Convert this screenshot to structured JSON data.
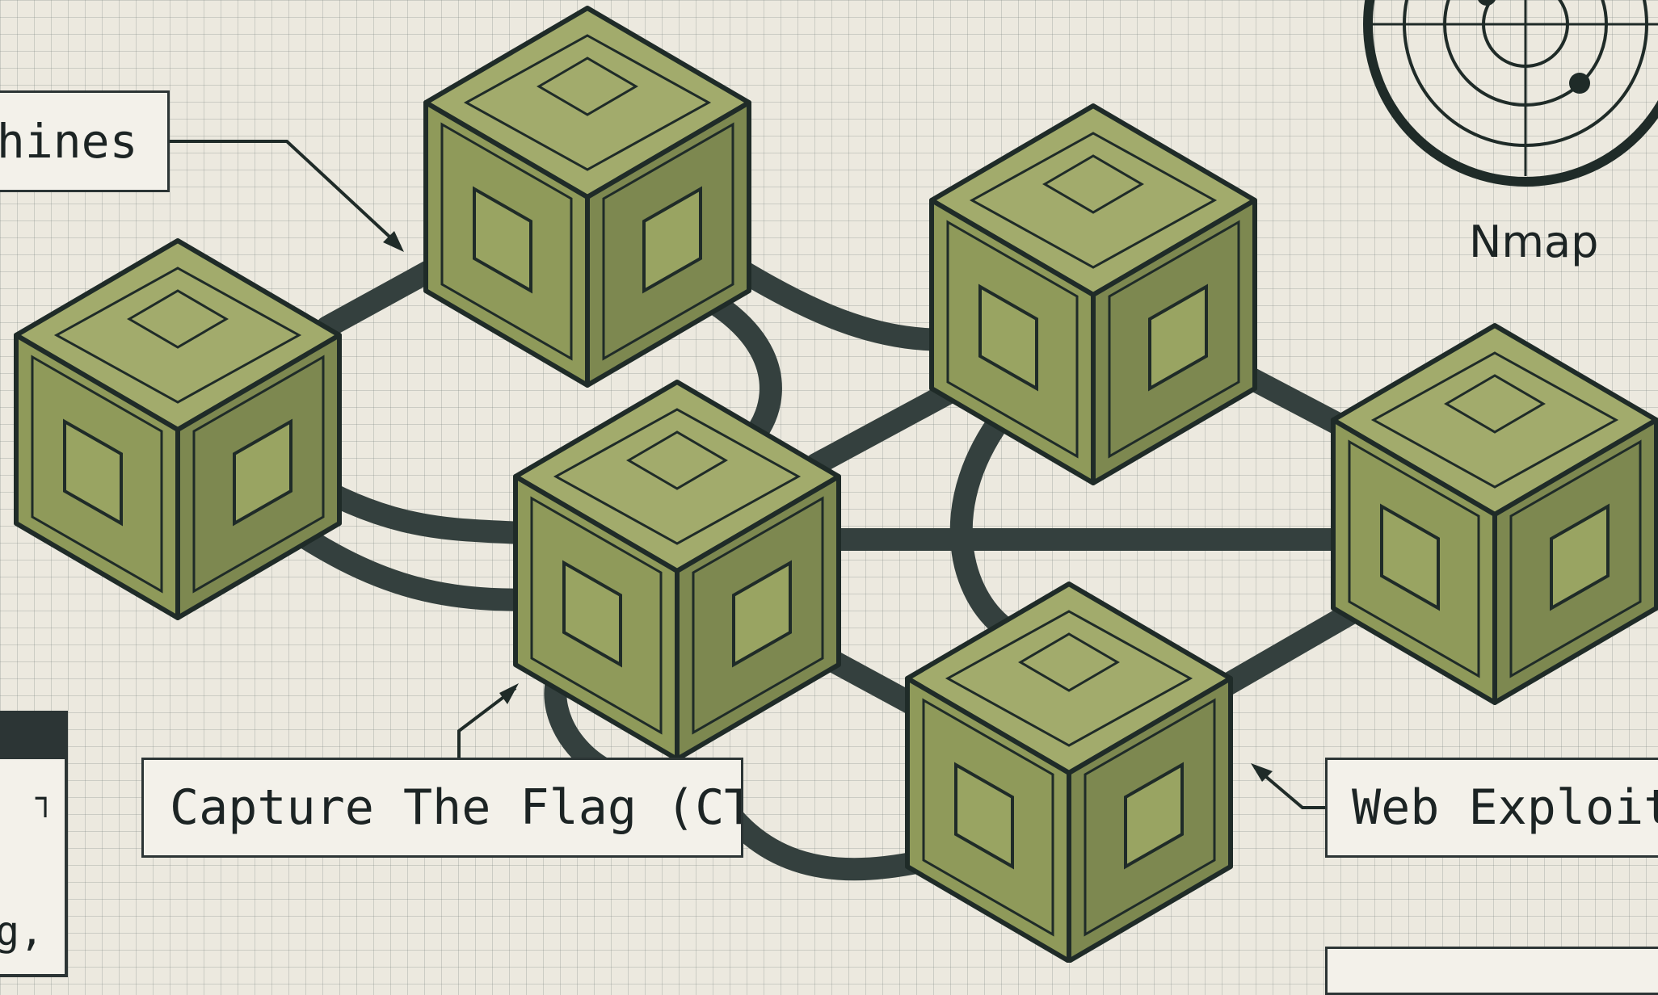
{
  "labels": {
    "machines": "chines",
    "ctf": "Capture The Flag (CTF)",
    "web": "Web Exploitat",
    "nmap": "Nmap",
    "side_panel_text": "g,"
  },
  "icons": {
    "cube": "server-cube-icon",
    "radar": "radar-icon",
    "corner": "corner-bracket-icon"
  },
  "colors": {
    "background": "#ece9df",
    "grid": "#a8b0aa",
    "cube_fill": "#8f9a5a",
    "cube_dark": "#7d8850",
    "cube_light": "#a2ab6c",
    "outline": "#1f2b28",
    "cable": "#34403e",
    "label_bg": "#f3f1ea"
  }
}
